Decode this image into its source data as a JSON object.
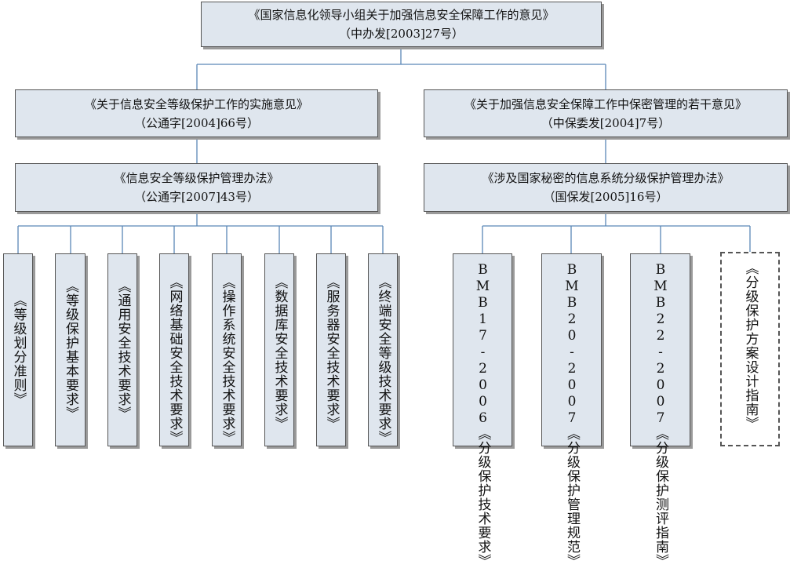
{
  "top": {
    "title": "《国家信息化领导小组关于加强信息安全保障工作的意见》",
    "code": "（中办发[2003]27号）"
  },
  "left_mid": {
    "title": "《关于信息安全等级保护工作的实施意见》",
    "code": "（公通字[2004]66号）"
  },
  "right_mid": {
    "title": "《关于加强信息安全保障工作中保密管理的若干意见》",
    "code": "（中保委发[2004]7号）"
  },
  "left_low": {
    "title": "《信息安全等级保护管理办法》",
    "code": "（公通字[2007]43号）"
  },
  "right_low": {
    "title": "《涉及国家秘密的信息系统分级保护管理办法》",
    "code": "（国保发[2005]16号）"
  },
  "left_leaves": [
    "《等级划分准则》",
    "《等级保护基本要求》",
    "《通用安全技术要求》",
    "《网络基础安全技术要求》",
    "《操作系统安全技术要求》",
    "《数据库安全技术要求》",
    "《服务器安全技术要求》",
    "《终端安全等级技术要求》"
  ],
  "right_leaves": [
    {
      "code": "BMB17-2006",
      "title": "《分级保护技术要求》"
    },
    {
      "code": "BMB20-2007",
      "title": "《分级保护管理规范》"
    },
    {
      "code": "BMB22-2007",
      "title": "《分级保护测评指南》"
    },
    {
      "code": "",
      "title": "《分级保护方案设计指南》"
    }
  ],
  "colors": {
    "box_fill": "#dfe6ee",
    "box_border": "#555555",
    "connector": "#5b87b7"
  }
}
